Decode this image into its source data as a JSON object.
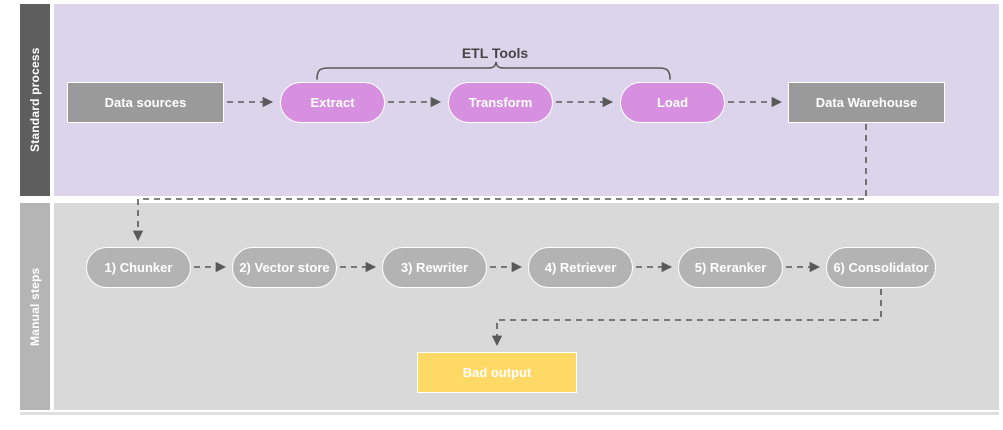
{
  "diagram": {
    "title": "ETL standard process and manual RAG steps",
    "type": "flowchart",
    "colors": {
      "lane_top_label_bg": "#5e5e5e",
      "lane_top_body_bg": "#dcd4ea",
      "lane_bottom_label_bg": "#b5b5b5",
      "lane_bottom_body_bg": "#d9d9d9",
      "grey_node": "#9a9a9a",
      "purple_node": "#d690df",
      "manual_node": "#b3b3b3",
      "warning_node": "#ffd966",
      "connector": "#595959",
      "label_text": "#454545"
    }
  },
  "lanes": [
    {
      "id": "standard",
      "label": "Standard process"
    },
    {
      "id": "manual",
      "label": "Manual steps"
    }
  ],
  "annotations": {
    "etl_bracket_label": "ETL Tools"
  },
  "standard_process": {
    "nodes": [
      {
        "id": "data-sources",
        "label": "Data sources",
        "shape": "rect",
        "color": "#9a9a9a"
      },
      {
        "id": "extract",
        "label": "Extract",
        "shape": "pill",
        "color": "#d690df"
      },
      {
        "id": "transform",
        "label": "Transform",
        "shape": "pill",
        "color": "#d690df"
      },
      {
        "id": "load",
        "label": "Load",
        "shape": "pill",
        "color": "#d690df"
      },
      {
        "id": "data-warehouse",
        "label": "Data Warehouse",
        "shape": "rect",
        "color": "#9a9a9a"
      }
    ]
  },
  "manual_steps": {
    "nodes": [
      {
        "id": "chunker",
        "label": "1) Chunker",
        "shape": "pill",
        "color": "#b3b3b3"
      },
      {
        "id": "vector-store",
        "label": "2) Vector store",
        "shape": "pill",
        "color": "#b3b3b3"
      },
      {
        "id": "rewriter",
        "label": "3) Rewriter",
        "shape": "pill",
        "color": "#b3b3b3"
      },
      {
        "id": "retriever",
        "label": "4) Retriever",
        "shape": "pill",
        "color": "#b3b3b3"
      },
      {
        "id": "reranker",
        "label": "5) Reranker",
        "shape": "pill",
        "color": "#b3b3b3"
      },
      {
        "id": "consolidator",
        "label": "6) Consolidator",
        "shape": "pill",
        "color": "#b3b3b3"
      }
    ],
    "outcome": {
      "id": "bad-output",
      "label": "Bad output",
      "shape": "rect",
      "color": "#ffd966"
    }
  },
  "edges": [
    {
      "from": "data-sources",
      "to": "extract",
      "style": "dashed"
    },
    {
      "from": "extract",
      "to": "transform",
      "style": "dashed"
    },
    {
      "from": "transform",
      "to": "load",
      "style": "dashed"
    },
    {
      "from": "load",
      "to": "data-warehouse",
      "style": "dashed"
    },
    {
      "from": "data-warehouse",
      "to": "chunker",
      "style": "dashed"
    },
    {
      "from": "chunker",
      "to": "vector-store",
      "style": "dashed"
    },
    {
      "from": "vector-store",
      "to": "rewriter",
      "style": "dashed"
    },
    {
      "from": "rewriter",
      "to": "retriever",
      "style": "dashed"
    },
    {
      "from": "retriever",
      "to": "reranker",
      "style": "dashed"
    },
    {
      "from": "reranker",
      "to": "consolidator",
      "style": "dashed"
    },
    {
      "from": "consolidator",
      "to": "bad-output",
      "style": "dashed"
    }
  ]
}
